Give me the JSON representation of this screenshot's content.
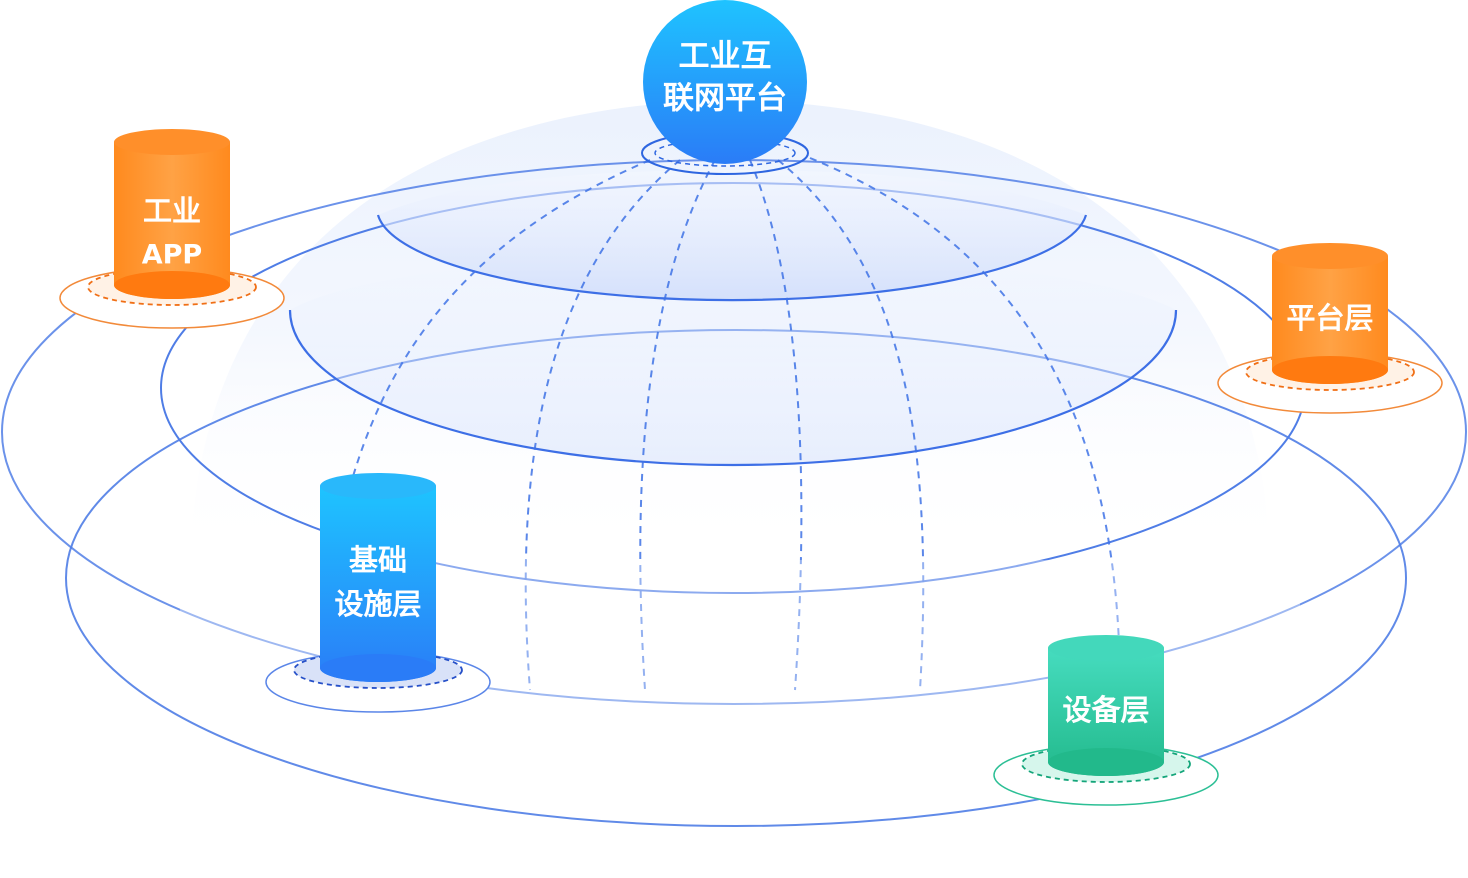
{
  "center_node": {
    "line1": "工业互",
    "line2": "联网平台",
    "color_top": "#1fc3ff",
    "color_bottom": "#2a7cf7"
  },
  "nodes": {
    "industrial_app": {
      "line1": "工业",
      "line2": "APP",
      "color_top": "#ff9f3a",
      "color_bottom": "#ff7a12",
      "ring_color": "#f28a3a"
    },
    "platform_layer": {
      "line1": "平台层",
      "color_top": "#ff9f3a",
      "color_bottom": "#ff7a12",
      "ring_color": "#f28a3a"
    },
    "infrastructure_layer": {
      "line1": "基础",
      "line2": "设施层",
      "color_top": "#22c4ff",
      "color_bottom": "#2a7cf7",
      "ring_color": "#3c6fe0"
    },
    "device_layer": {
      "line1": "设备层",
      "color_top": "#46dcbf",
      "color_bottom": "#22b98b",
      "ring_color": "#2cbf95"
    }
  },
  "colors": {
    "orbit": "#5b86e8",
    "dome_light": "#eef3fd",
    "dome_mid": "#d9e4fb"
  }
}
